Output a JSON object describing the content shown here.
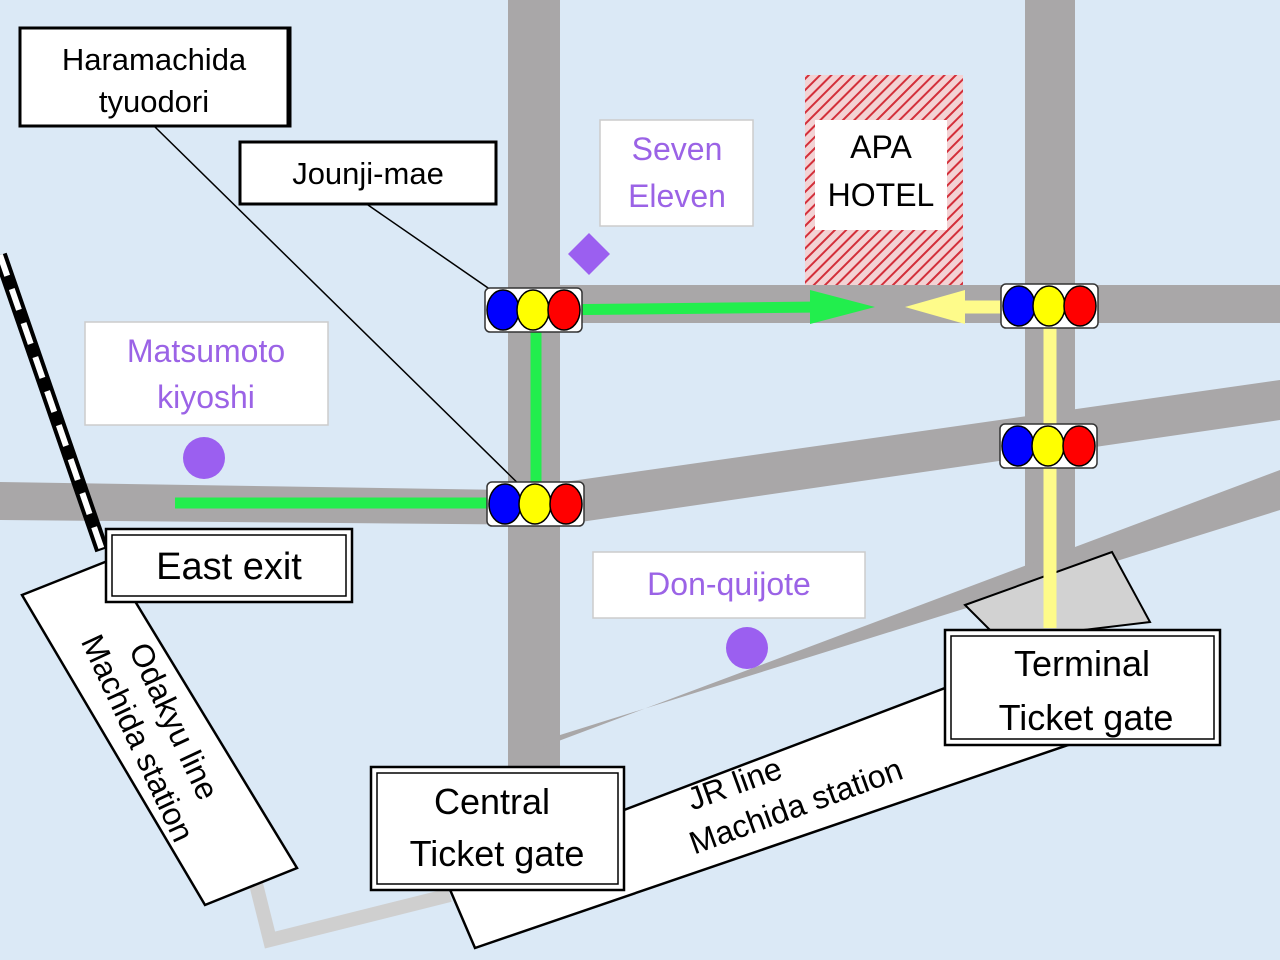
{
  "map": {
    "colors": {
      "background": "#dbe9f6",
      "road": "#a9a7a8",
      "green_route": "#22ee4d",
      "yellow_route": "#fefb8a",
      "hotel_hatch": "#d32f3a",
      "shop_text": "#9b63e6",
      "marker": "#9b5ff0"
    },
    "callouts": {
      "haramachida": [
        "Haramachida",
        "tyuodori"
      ],
      "jounji": "Jounji-mae"
    },
    "shops": {
      "seven_eleven": [
        "Seven",
        "Eleven"
      ],
      "matsumoto": [
        "Matsumoto",
        "kiyoshi"
      ],
      "donquijote": "Don-quijote"
    },
    "hotel": [
      "APA",
      "HOTEL"
    ],
    "exits": {
      "east_exit": "East exit",
      "central_gate": [
        "Central",
        "Ticket gate"
      ],
      "terminal_gate": [
        "Terminal",
        "Ticket gate"
      ]
    },
    "stations": {
      "odakyu": [
        "Odakyu line",
        "Machida station"
      ],
      "jr": [
        "JR line",
        "Machida station"
      ]
    },
    "icons": {
      "traffic_light": "traffic-light-icon",
      "convenience_store": "diamond-marker-icon",
      "shop": "circle-marker-icon"
    }
  }
}
